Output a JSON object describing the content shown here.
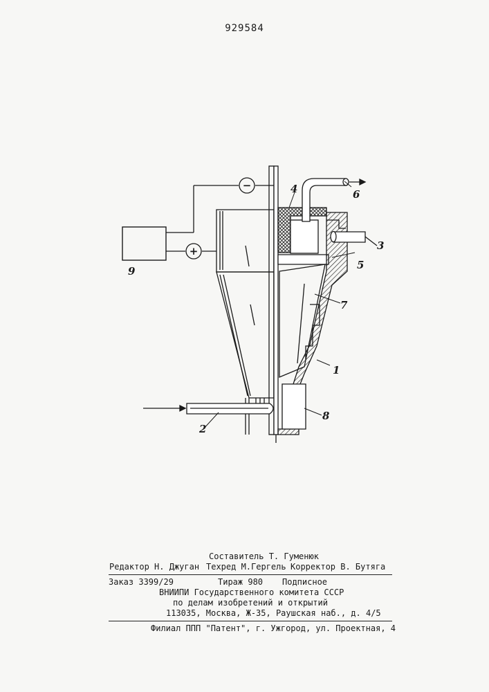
{
  "patent_number": "929584",
  "figure_labels": {
    "housing": "1",
    "inlet_pipe": "2",
    "side_outlet": "3",
    "electrode": "4",
    "partition": "5",
    "top_outlet": "6",
    "cone_insert": "7",
    "bottom_chamber": "8",
    "power_supply": "9",
    "minus_sign": "−",
    "plus_sign": "+"
  },
  "imprint": {
    "compiler": "Составитель Т. Гуменюк",
    "editor": "Редактор Н. Джуган",
    "techred": "Техред М.Гергель",
    "corrector": "Корректор В. Бутяга",
    "order": "Заказ 3399/29",
    "circulation": "Тираж 980",
    "subscription": "Подписное",
    "org_line1": "ВНИИПИ Государственного комитета СССР",
    "org_line2": "по делам изобретений и открытий",
    "address": "113035, Москва, Ж-35, Раушская наб., д. 4/5",
    "branch": "Филиал ППП \"Патент\", г. Ужгород, ул. Проектная, 4"
  }
}
